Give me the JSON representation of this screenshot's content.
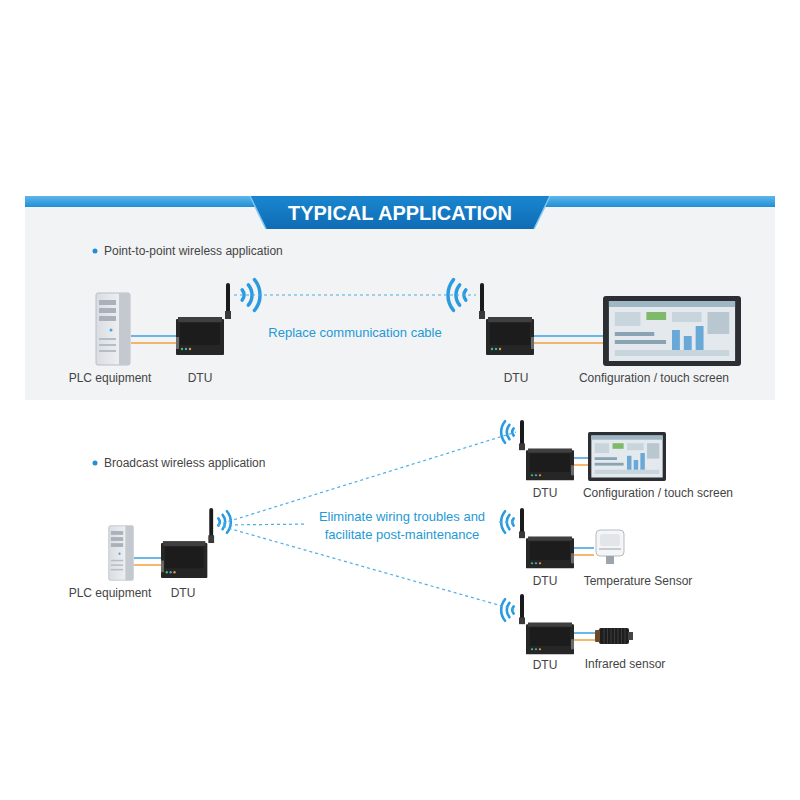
{
  "diagram": {
    "title": "TYPICAL APPLICATION",
    "nodes": [
      {
        "text": [
          "PLC equipment"
        ]
      },
      {
        "text": [
          "DTU"
        ]
      },
      {
        "text": [
          "DTU"
        ]
      },
      {
        "text": [
          "Configuration / touch screen"
        ]
      },
      {
        "text": [
          "PLC equipment"
        ]
      },
      {
        "text": [
          "DTU"
        ]
      },
      {
        "text": [
          "DTU"
        ]
      },
      {
        "text": [
          "Configuration / touch screen"
        ]
      },
      {
        "text": [
          "DTU"
        ]
      },
      {
        "text": [
          "Temperature Sensor"
        ]
      },
      {
        "text": [
          "DTU"
        ]
      },
      {
        "text": [
          "Infrared sensor"
        ]
      }
    ],
    "edges": [
      {
        "from": 0,
        "to": 1,
        "arrow": "none"
      },
      {
        "from": 1,
        "to": 2,
        "label": "Replace communication cable",
        "arrow": "none"
      },
      {
        "from": 2,
        "to": 3,
        "arrow": "none"
      },
      {
        "from": 4,
        "to": 5,
        "arrow": "none"
      },
      {
        "from": 5,
        "to": 6,
        "arrow": "none"
      },
      {
        "from": 5,
        "to": 8,
        "arrow": "none"
      },
      {
        "from": 5,
        "to": 10,
        "arrow": "none"
      },
      {
        "from": 6,
        "to": 7,
        "arrow": "none"
      },
      {
        "from": 8,
        "to": 9,
        "arrow": "none"
      },
      {
        "from": 10,
        "to": 11,
        "arrow": "none"
      }
    ],
    "labels": [
      "Point-to-point wireless application",
      "Broadcast wireless application",
      "Eliminate wiring troubles and facilitate post-maintenance"
    ]
  }
}
